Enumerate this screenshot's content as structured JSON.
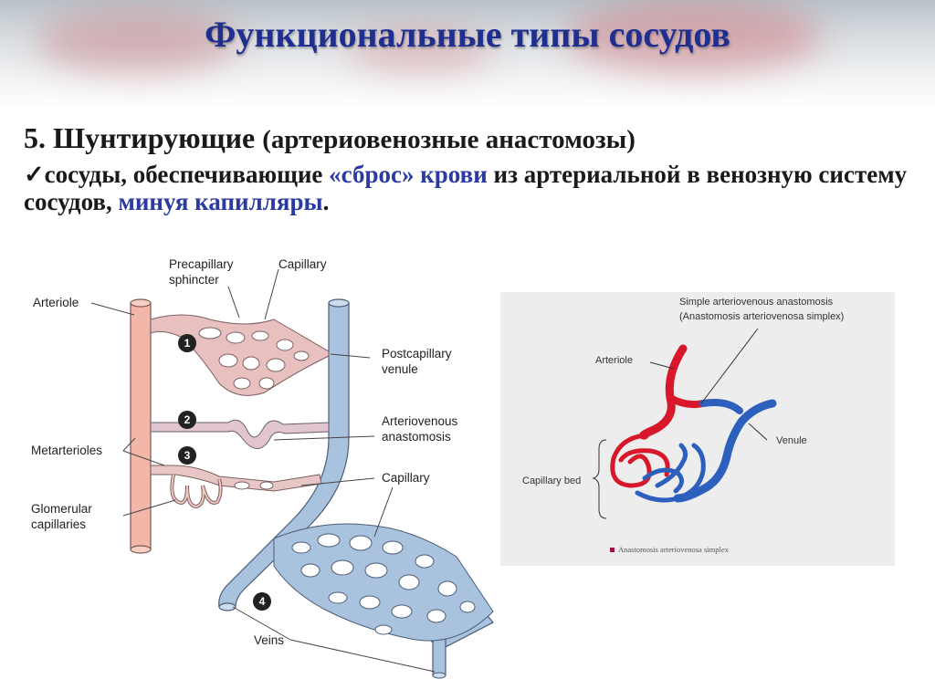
{
  "slide": {
    "title": "Функциональные типы сосудов",
    "heading_main": "5. Шунтирующие",
    "heading_sub": "(артериовенозные анастомозы)",
    "checkmark": "✓",
    "desc_part1": "сосуды, обеспечивающие ",
    "desc_hl1": "«сброс» крови",
    "desc_part2": " из артериальной в венозную систему сосудов, ",
    "desc_hl2": "минуя капилляры",
    "desc_end": "."
  },
  "left_diagram": {
    "labels": {
      "arteriole": "Arteriole",
      "precapillary_1": "Precapillary",
      "precapillary_2": "sphincter",
      "capillary_top": "Capillary",
      "postcapillary_1": "Postcapillary",
      "postcapillary_2": "venule",
      "av_1": "Arteriovenous",
      "av_2": "anastomosis",
      "metarterioles": "Metarterioles",
      "capillary_mid": "Capillary",
      "glomerular_1": "Glomerular",
      "glomerular_2": "capillaries",
      "veins": "Veins"
    },
    "markers": [
      "1",
      "2",
      "3",
      "4"
    ]
  },
  "right_diagram": {
    "labels": {
      "simple_1": "Simple arteriovenous anastomosis",
      "simple_2": "(Anastomosis arteriovenosa simplex)",
      "arteriole": "Arteriole",
      "venule": "Venule",
      "capillary_bed": "Capillary bed",
      "legend": "Anastomosis arteriovenosa simplex"
    }
  },
  "colors": {
    "title": "#1f2f8f",
    "highlight": "#2a3aa0",
    "artery_fill": "#f2b7a8",
    "vein_fill": "#a9c3df",
    "artery_red": "#d8172a",
    "vein_blue": "#2d5fbd"
  }
}
